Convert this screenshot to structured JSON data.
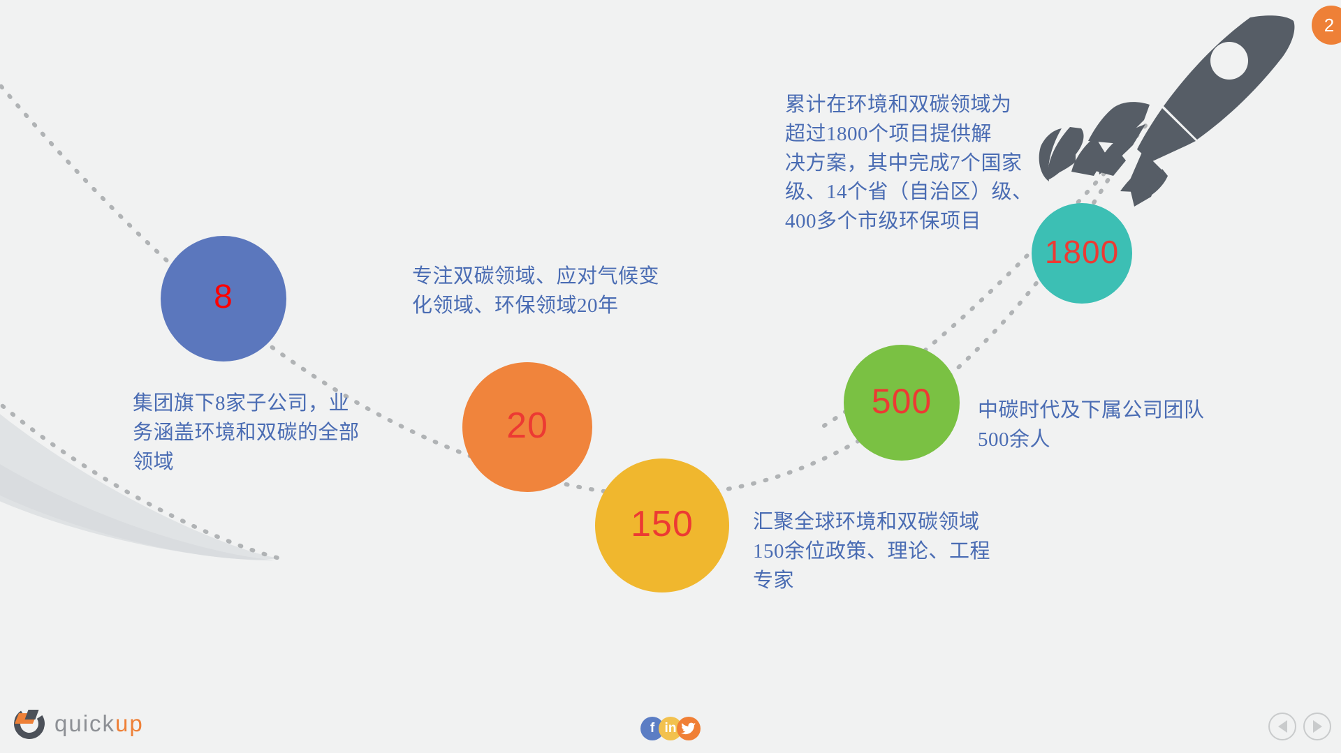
{
  "slide": {
    "page_number": "2",
    "background_color": "#f1f2f2"
  },
  "bubbles": [
    {
      "id": "8",
      "value": "8",
      "color": "#5b77bd",
      "number_color": "#ff0000"
    },
    {
      "id": "20",
      "value": "20",
      "color": "#f0843c",
      "number_color": "#ec3a33"
    },
    {
      "id": "150",
      "value": "150",
      "color": "#f0b72e",
      "number_color": "#ec3a33"
    },
    {
      "id": "500",
      "value": "500",
      "color": "#7ac143",
      "number_color": "#ec3a33"
    },
    {
      "id": "1800",
      "value": "1800",
      "color": "#3cbfb4",
      "number_color": "#ec3a33"
    }
  ],
  "captions": {
    "subsidiaries": "集团旗下8家子公司，业\n务涵盖环境和双碳的全部\n领域",
    "years": "专注双碳领域、应对气候变\n化领域、环保领域20年",
    "experts": "汇聚全球环境和双碳领域\n150余位政策、理论、工程\n专家",
    "team": "中碳时代及下属公司团队\n500余人",
    "projects": "累计在环境和双碳领域为\n超过1800个项目提供解\n决方案，其中完成7个国家\n级、14个省（自治区）级、\n400多个市级环保项目"
  },
  "branding": {
    "logo_text_primary": "quick",
    "logo_text_accent": "up",
    "logo_primary_color": "#8d9095",
    "logo_accent_color": "#ee8037"
  },
  "social": [
    {
      "name": "facebook",
      "glyph": "f",
      "color": "#5b7dc4"
    },
    {
      "name": "linkedin",
      "glyph": "in",
      "color": "#f2c14e"
    },
    {
      "name": "twitter",
      "glyph": "🐦",
      "color": "#f07f35"
    }
  ],
  "navigation": {
    "previous_label": "◀",
    "next_label": "▶"
  },
  "decor": {
    "rocket_color": "#565d66",
    "path_color": "#b0b3b5",
    "swoosh_color": "#dfe2e5"
  }
}
